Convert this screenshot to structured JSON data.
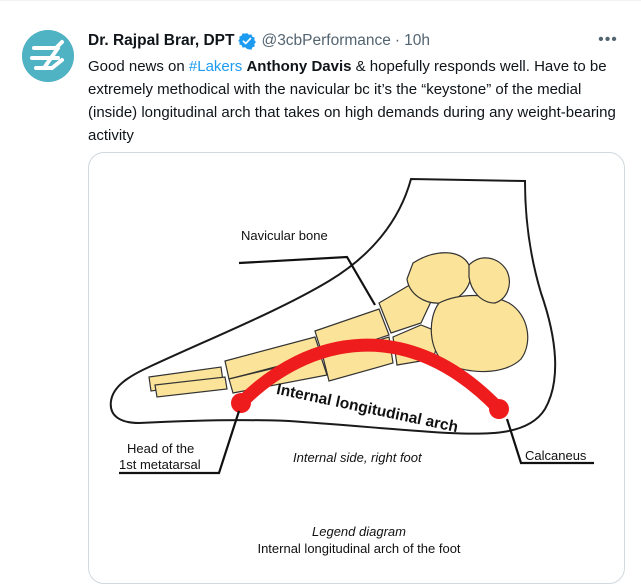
{
  "tweet": {
    "author_name": "Dr. Rajpal Brar, DPT",
    "handle": "@3cbPerformance",
    "separator": "·",
    "time": "10h",
    "more_label": "•••",
    "text": {
      "part1": "Good news on ",
      "hashtag": "#Lakers",
      "part2": " ",
      "bold": "Anthony Davis",
      "part3": " & hopefully responds well. Have to be extremely methodical with the navicular bc it’s the “keystone” of the medial (inside) longitudinal arch that takes on high demands during any weight-bearing activity"
    }
  },
  "diagram": {
    "label_navicular": "Navicular bone",
    "label_arch": "Internal longitudinal arch",
    "label_head_line1": "Head of the",
    "label_head_line2": "1st metatarsal",
    "label_side": "Internal side, right foot",
    "label_calcaneus": "Calcaneus",
    "legend_title": "Legend diagram",
    "legend_caption": "Internal longitudinal arch of the foot"
  },
  "colors": {
    "accent": "#1d9bf0",
    "arch_red": "#ee1c1c",
    "bone_yellow": "#fbe49a",
    "avatar_bg": "#4fb3c4"
  },
  "icons": {
    "verified": "verified-badge-icon",
    "more": "more-options-icon",
    "avatar": "brand-logo-avatar"
  }
}
